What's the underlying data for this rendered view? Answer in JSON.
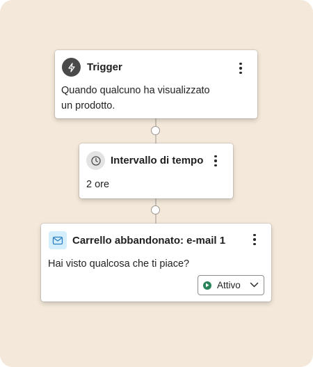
{
  "trigger_card": {
    "icon": "lightning-bolt-icon",
    "title": "Trigger",
    "description_line1": "Quando qualcuno ha visualizzato",
    "description_line2": "un prodotto."
  },
  "delay_card": {
    "icon": "clock-icon",
    "title": "Intervallo di tempo",
    "value": "2 ore"
  },
  "email_card": {
    "icon": "envelope-icon",
    "title": "Carrello abbandonato: e-mail 1",
    "subject": "Hai visto qualcosa che ti piace?",
    "status": {
      "label": "Attivo",
      "icon": "play-icon",
      "color": "#29845a"
    }
  },
  "colors": {
    "background": "#f3e8d9",
    "card": "#ffffff",
    "email_icon_bg": "#d4eefc",
    "active_green": "#29845a"
  }
}
